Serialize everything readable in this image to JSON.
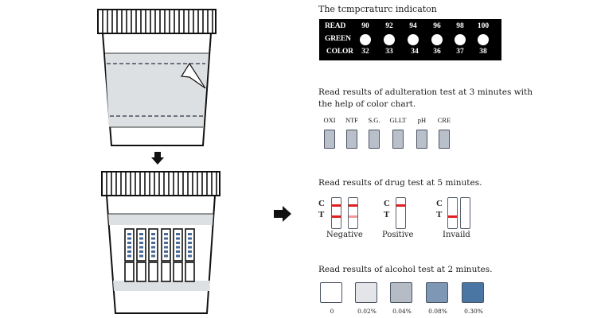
{
  "temperature": {
    "title": "The tcmpcraturc indicaton",
    "row_labels": [
      "READ",
      "GREEN",
      "COLOR"
    ],
    "fahrenheit": [
      "90",
      "92",
      "94",
      "96",
      "98",
      "100"
    ],
    "celsius": [
      "32",
      "33",
      "34",
      "36",
      "37",
      "38"
    ],
    "dot_color": "#ffffff",
    "box_color": "#000000"
  },
  "adulteration": {
    "caption_line1": "Read results of adulteration test at 3 minutes with",
    "caption_line2": "the help of color chart.",
    "pads": [
      {
        "label": "OXI"
      },
      {
        "label": "NTF"
      },
      {
        "label": "S.G."
      },
      {
        "label": "GLLT"
      },
      {
        "label": "pH"
      },
      {
        "label": "CRE"
      }
    ],
    "pad_color": "#b9c0ca"
  },
  "drug_test": {
    "caption": "Read results of drug test at 5 minutes.",
    "c_label": "C",
    "t_label": "T",
    "results": [
      {
        "label": "Negative"
      },
      {
        "label": "Positive"
      },
      {
        "label": "Invaild"
      }
    ],
    "line_color": "#e02020",
    "faint_line_color": "#f19a9a"
  },
  "alcohol": {
    "caption": "Read results of alcohol test at 2 minutes.",
    "levels": [
      {
        "label": "0",
        "color": "#ffffff"
      },
      {
        "label": "0.02%",
        "color": "#e3e5e8"
      },
      {
        "label": "0.04%",
        "color": "#b6bcc6"
      },
      {
        "label": "0.08%",
        "color": "#7d97b4"
      },
      {
        "label": "0.30%",
        "color": "#4a76a3"
      }
    ]
  },
  "cups": {
    "arrow_down": "down-arrow",
    "arrow_right": "right-arrow",
    "label_band_color": "#dde0e3"
  }
}
